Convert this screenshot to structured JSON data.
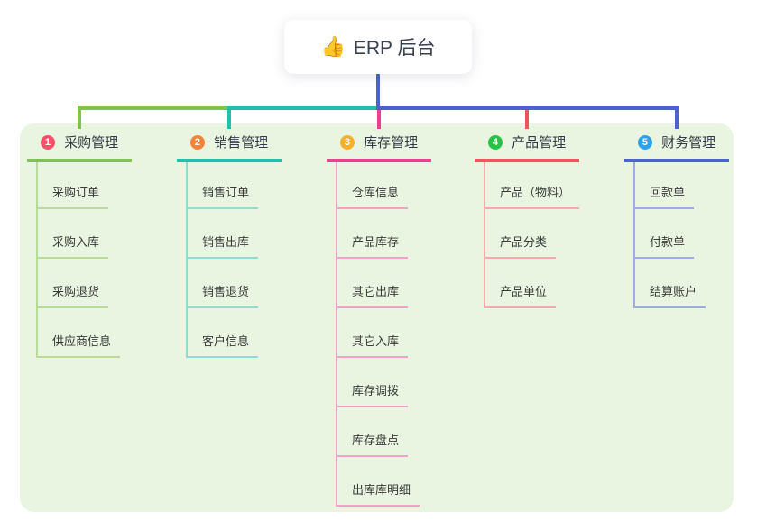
{
  "root": {
    "emoji": "👍",
    "label": "ERP 后台"
  },
  "colors": {
    "page_bg": "#ffffff",
    "panel_bg": "#e9f5e0",
    "root_connector": "#4a63cf",
    "text": "#39404f"
  },
  "branches": [
    {
      "number": "1",
      "label": "采购管理",
      "badge_color": "#f4526b",
      "line_color": "#82c250",
      "child_line_color": "#b7dc97",
      "children": [
        "采购订单",
        "采购入库",
        "采购退货",
        "供应商信息"
      ]
    },
    {
      "number": "2",
      "label": "销售管理",
      "badge_color": "#f6823c",
      "line_color": "#1fc0ad",
      "child_line_color": "#8fdcd0",
      "children": [
        "销售订单",
        "销售出库",
        "销售退货",
        "客户信息"
      ]
    },
    {
      "number": "3",
      "label": "库存管理",
      "badge_color": "#f7b12b",
      "line_color": "#ed3f8f",
      "child_line_color": "#f5a0c8",
      "children": [
        "仓库信息",
        "产品库存",
        "其它出库",
        "其它入库",
        "库存调拨",
        "库存盘点",
        "出库库明细"
      ]
    },
    {
      "number": "4",
      "label": "产品管理",
      "badge_color": "#27c346",
      "line_color": "#f4515f",
      "child_line_color": "#f9a8ae",
      "children": [
        "产品（物料）",
        "产品分类",
        "产品单位"
      ]
    },
    {
      "number": "5",
      "label": "财务管理",
      "badge_color": "#2ba2ea",
      "line_color": "#4a63cf",
      "child_line_color": "#9fabe4",
      "children": [
        "回款单",
        "付款单",
        "结算账户"
      ]
    }
  ]
}
